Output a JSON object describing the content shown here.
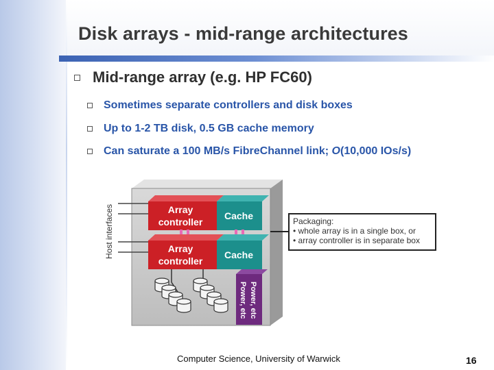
{
  "slide": {
    "title": "Disk arrays - mid-range architectures",
    "main_bullet": "Mid-range array (e.g. HP FC60)",
    "sub_bullets": [
      "Sometimes separate controllers and disk boxes",
      "Up to 1-2 TB disk, 0.5 GB cache memory"
    ],
    "sub_bullet_3": {
      "prefix": "Can saturate a 100 MB/s FibreChannel link; ",
      "italic": "O",
      "suffix": "(10,000 IOs/s)"
    }
  },
  "diagram": {
    "host_interfaces_label": "Host interfaces",
    "controllers": [
      {
        "line1": "Array",
        "line2": "controller"
      },
      {
        "line1": "Array",
        "line2": "controller"
      }
    ],
    "cache_label": "Cache",
    "power_label": "Power, etc",
    "packaging_box": {
      "heading": "Packaging:",
      "items": [
        "• whole array is in a single box, or",
        "• array controller is in separate box"
      ]
    },
    "colors": {
      "controller": "#cc2026",
      "cache": "#1c8f8c",
      "power": "#6e2a7e",
      "chassis": "#bdbdbd"
    }
  },
  "footer": {
    "text": "Computer Science, University of Warwick",
    "page_number": "16"
  }
}
